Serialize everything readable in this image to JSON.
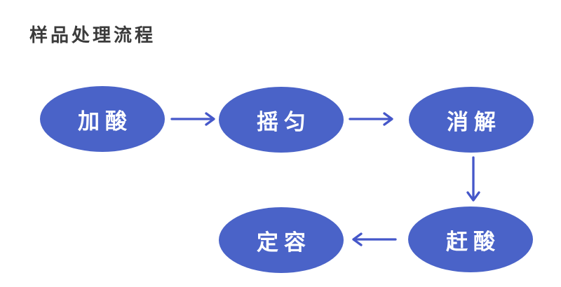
{
  "title": "样品处理流程",
  "colors": {
    "node_fill": "#4a63c8",
    "node_text": "#ffffff",
    "arrow": "#4557c9",
    "title_text": "#3b3b3b",
    "background": "#ffffff"
  },
  "nodes": [
    {
      "id": "add-acid",
      "label": "加酸"
    },
    {
      "id": "shake",
      "label": "摇匀"
    },
    {
      "id": "digest",
      "label": "消解"
    },
    {
      "id": "drive-acid",
      "label": "赶酸"
    },
    {
      "id": "fix-volume",
      "label": "定容"
    }
  ],
  "edges": [
    {
      "from": "加酸",
      "to": "摇匀",
      "direction": "right"
    },
    {
      "from": "摇匀",
      "to": "消解",
      "direction": "right"
    },
    {
      "from": "消解",
      "to": "赶酸",
      "direction": "down"
    },
    {
      "from": "赶酸",
      "to": "定容",
      "direction": "left"
    }
  ]
}
